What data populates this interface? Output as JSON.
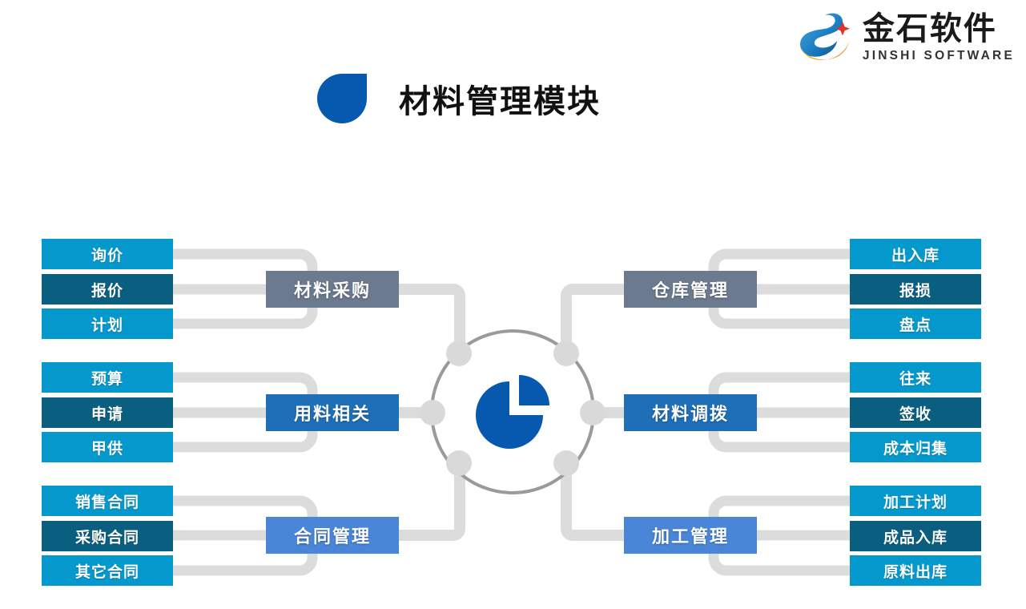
{
  "logo": {
    "mark_name": "jinshi-s-swoosh-logo",
    "cn": "金石软件",
    "en": "JINSHI SOFTWARE",
    "colors": {
      "blue": "#1C7FC4",
      "deep_blue": "#0D4E86",
      "gold": "#F0A71E",
      "red_spark": "#E0332C"
    }
  },
  "title": {
    "text": "材料管理模块",
    "drop_color": "#0659AE"
  },
  "hub": {
    "icon_name": "pie-chart-icon",
    "pie_color": "#0659AE",
    "ring_color": "#9a9a9a",
    "node_color": "#d9d9d9",
    "node_count": 6
  },
  "colors": {
    "leaf_light": "#0598CC",
    "leaf_dark": "#0A5F80",
    "cat_gray": "#6B7A8F",
    "cat_blue": "#1E6FB8",
    "cat_light_blue": "#4A86D8",
    "connector": "#DCDCDC"
  },
  "branches": [
    {
      "id": "material-purchase",
      "side": "left",
      "category": "材料采购",
      "category_style": "gray",
      "leaves": [
        {
          "label": "询价",
          "style": "light"
        },
        {
          "label": "报价",
          "style": "dark"
        },
        {
          "label": "计划",
          "style": "light"
        }
      ]
    },
    {
      "id": "material-usage",
      "side": "left",
      "category": "用料相关",
      "category_style": "blue",
      "leaves": [
        {
          "label": "预算",
          "style": "light"
        },
        {
          "label": "申请",
          "style": "dark"
        },
        {
          "label": "甲供",
          "style": "light"
        }
      ]
    },
    {
      "id": "contract-management",
      "side": "left",
      "category": "合同管理",
      "category_style": "lblue",
      "leaves": [
        {
          "label": "销售合同",
          "style": "light"
        },
        {
          "label": "采购合同",
          "style": "dark"
        },
        {
          "label": "其它合同",
          "style": "light"
        }
      ]
    },
    {
      "id": "warehouse-management",
      "side": "right",
      "category": "仓库管理",
      "category_style": "gray",
      "leaves": [
        {
          "label": "出入库",
          "style": "light"
        },
        {
          "label": "报损",
          "style": "dark"
        },
        {
          "label": "盘点",
          "style": "light"
        }
      ]
    },
    {
      "id": "material-transfer",
      "side": "right",
      "category": "材料调拨",
      "category_style": "blue",
      "leaves": [
        {
          "label": "往来",
          "style": "light"
        },
        {
          "label": "签收",
          "style": "dark"
        },
        {
          "label": "成本归集",
          "style": "light"
        }
      ]
    },
    {
      "id": "processing-management",
      "side": "right",
      "category": "加工管理",
      "category_style": "lblue",
      "leaves": [
        {
          "label": "加工计划",
          "style": "light"
        },
        {
          "label": "成品入库",
          "style": "dark"
        },
        {
          "label": "原料出库",
          "style": "light"
        }
      ]
    }
  ]
}
